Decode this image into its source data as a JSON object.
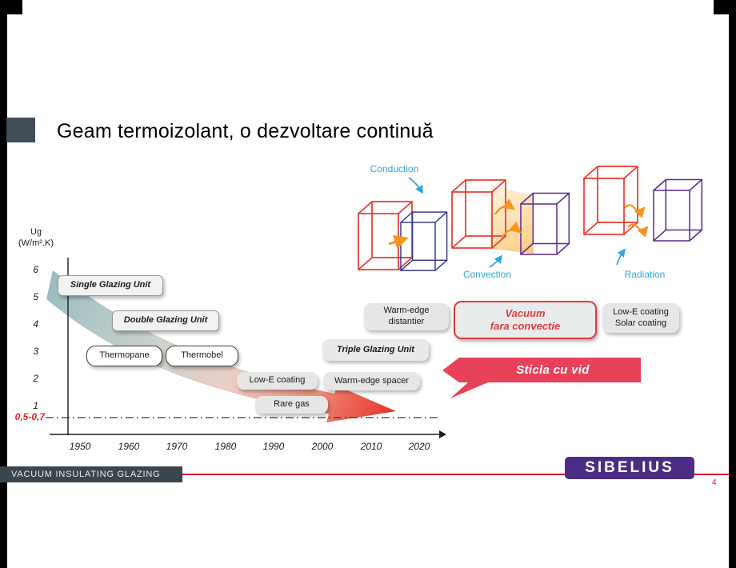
{
  "title": "Geam termoizolant, o dezvoltare continuă",
  "chart": {
    "y_axis_label": [
      "Ug",
      "(W/m².K)"
    ],
    "y_ticks": [
      "6",
      "5",
      "4",
      "3",
      "2",
      "1"
    ],
    "x_ticks": [
      "1950",
      "1960",
      "1970",
      "1980",
      "1990",
      "2000",
      "2010",
      "2020"
    ],
    "threshold": "0,5-0,7",
    "callouts": {
      "single": "Single Glazing Unit",
      "double": "Double Glazing Unit",
      "thermopane": "Thermopane",
      "thermobel": "Thermobel",
      "low_e": "Low-E coating",
      "rare_gas": "Rare gas",
      "triple": "Triple Glazing Unit",
      "warm_edge_spacer": "Warm-edge spacer"
    }
  },
  "chart_data": {
    "type": "area",
    "title": "Evolution of glazing Ug value over time (schematic declining arrow)",
    "x": [
      1950,
      1960,
      1970,
      1980,
      1990,
      2000,
      2010,
      2020
    ],
    "ug_trend": [
      5.8,
      5.0,
      3.8,
      3.0,
      2.0,
      1.4,
      1.0,
      0.6
    ],
    "ylabel": "Ug (W/m².K)",
    "ylim": [
      0,
      6
    ],
    "threshold_band": "0,5-0,7",
    "annotations": [
      "Single Glazing Unit",
      "Double Glazing Unit",
      "Thermopane",
      "Thermobel",
      "Low-E coating",
      "Rare gas",
      "Triple Glazing Unit",
      "Warm-edge spacer",
      "Sticla cu vid"
    ]
  },
  "heat_transfer": {
    "conduction": "Conduction",
    "convection": "Convection",
    "radiation": "Radiation",
    "warm_edge": [
      "Warm-edge",
      "distantier"
    ],
    "vacuum": [
      "Vacuum",
      "fara convectie"
    ],
    "low_e_solar": [
      "Low-E coating",
      "Solar coating"
    ],
    "banner": "Sticla cu vid"
  },
  "footer": {
    "label": "VACUUM INSULATING GLAZING",
    "logo": "SIBELIUS",
    "page": "4"
  },
  "colors": {
    "accent_red": "#e8372c",
    "banner_red": "#e8415a",
    "label_blue": "#2aa9e0",
    "arrow_orange": "#f7941d",
    "logo_purple": "#4b2e83",
    "footer_bar": "#3a454e"
  }
}
